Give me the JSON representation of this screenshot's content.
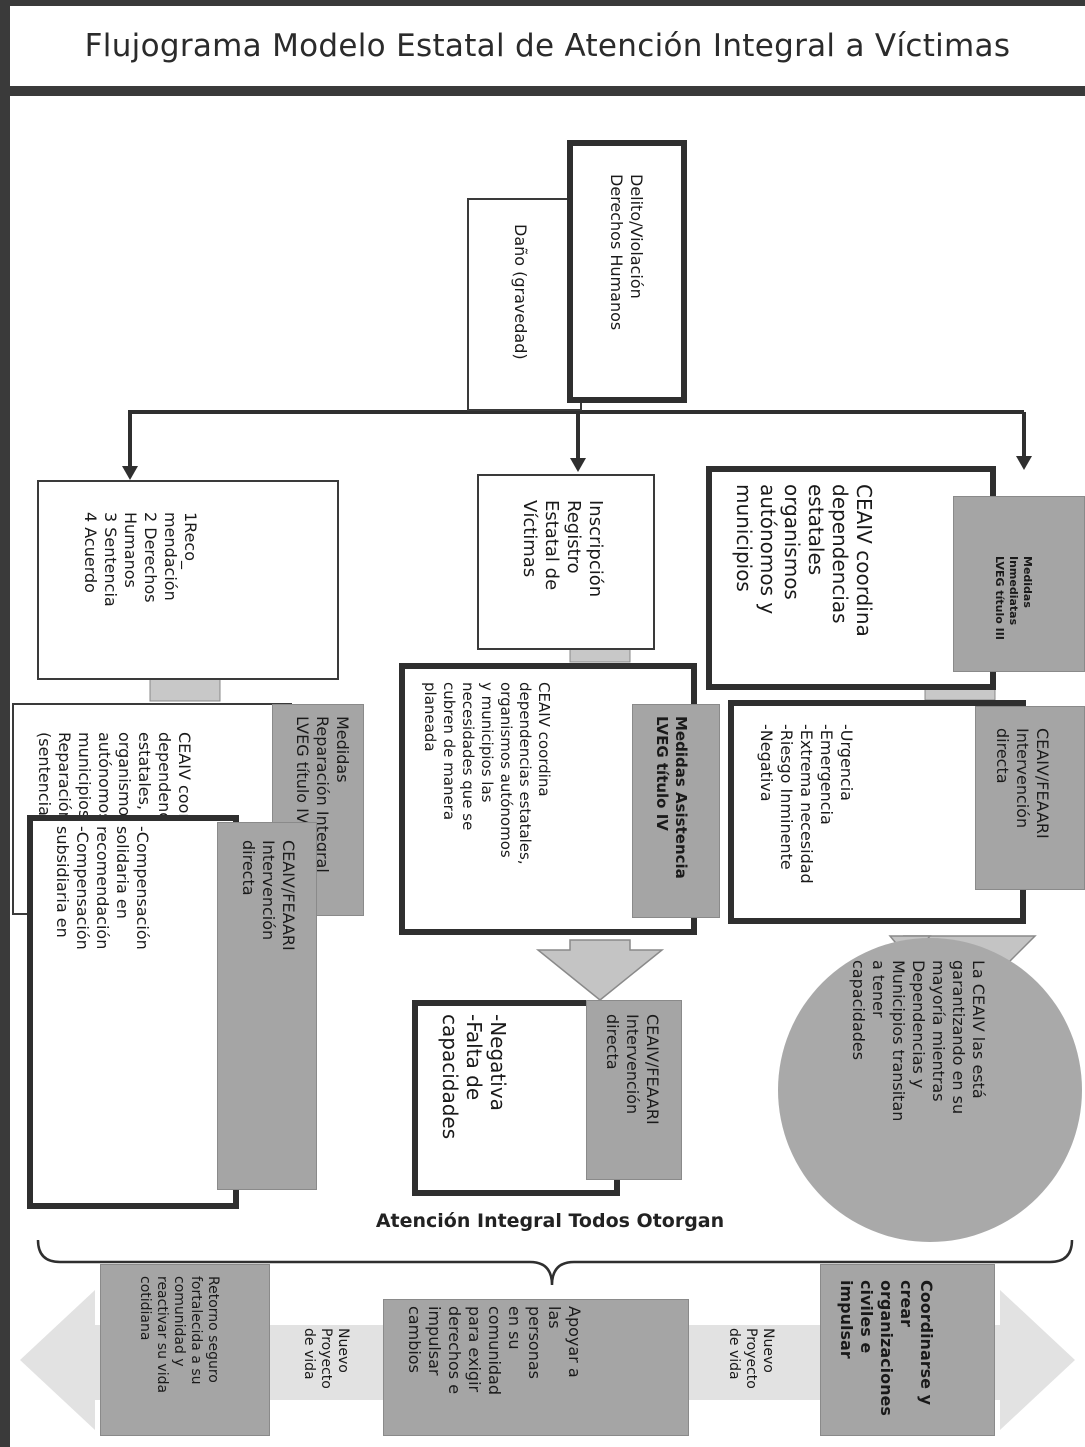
{
  "title": "Flujograma Modelo Estatal de Atención Integral a Víctimas",
  "nodes": {
    "delito": "Delito/Violación\nDerechos Humanos",
    "dano": "Daño (gravedad)",
    "recomendacion": "1Reco_\nmendación\n2 Derechos\nHumanos\n3 Sentencia\n4 Acuerdo",
    "inscripcion": "Inscripción\nRegistro\nEstatal de\nVíctimas",
    "ceaiv_coordina_top": "CEAIV coordina\ndependencias\nestatales\norganismos\nautónomos y\nmunicipios",
    "medidas_inmediatas_label": "Medidas\nInmediatas\nLVEG título III",
    "reparacion_label": "Medidas\nReparación Integral\nLVEG título IV",
    "reparacion_body": "CEAIV coordina\ndependencias\nestatales,\norganismos\nautónomos y\nmunicipios\nReparación daño\n(sentenciado)",
    "asistencia_label": "Medidas Asistencia\nLVEG título IV",
    "asistencia_body": "CEAIV coordina\ndependencias estatales,\norganismos autónomos\ny municipios las\nnecesidades que se\ncubren de manera\nplaneada",
    "intervencion_right_label": "CEAIV/FEAARI\nIntervención\ndirecta",
    "intervencion_right_body": "-Urgencia\n-Emergencia\n-Extrema necesidad\n-Riesgo Inminente\n-Negativa",
    "intervencion_left_label": "CEAIV/FEAARI\nIntervención\ndirecta",
    "intervencion_left_body": "-Compensación\nsolidaria en\nrecomendación\n-Compensación\nsubsidiaria en",
    "intervencion_mid_label": "CEAIV/FEAARI\nIntervención\ndirecta",
    "intervencion_mid_body": "-Negativa\n-Falta de\ncapacidades",
    "circle_text": "La CEAIV las está\ngarantizando en su\nmayoría mientras\nDependencias y\nMunicipios transitan\na tener\ncapacidades",
    "atencion_integral": "Atención Integral Todos Otorgan",
    "retorno": "Retorno seguro\nfortalecida a su\ncomunidad y\nreactivar su vida\ncotidiana",
    "nuevo_proyecto_left": "Nuevo\nProyecto\nde vida",
    "apoyar": "Apoyar a\nlas\npersonas\nen su\ncomunidad\npara exigir\nderechos e\nimpulsar\ncambios",
    "nuevo_proyecto_right": "Nuevo\nProyecto\nde vida",
    "coordinarse": "Coordinarse y\ncrear\norganizaciones\nciviles e\nimpulsar"
  },
  "colors": {
    "shade": "#a5a5a5",
    "dark": "#2f2f2f",
    "arrow": "#c4c4c4",
    "circle": "#a9a9a9"
  }
}
